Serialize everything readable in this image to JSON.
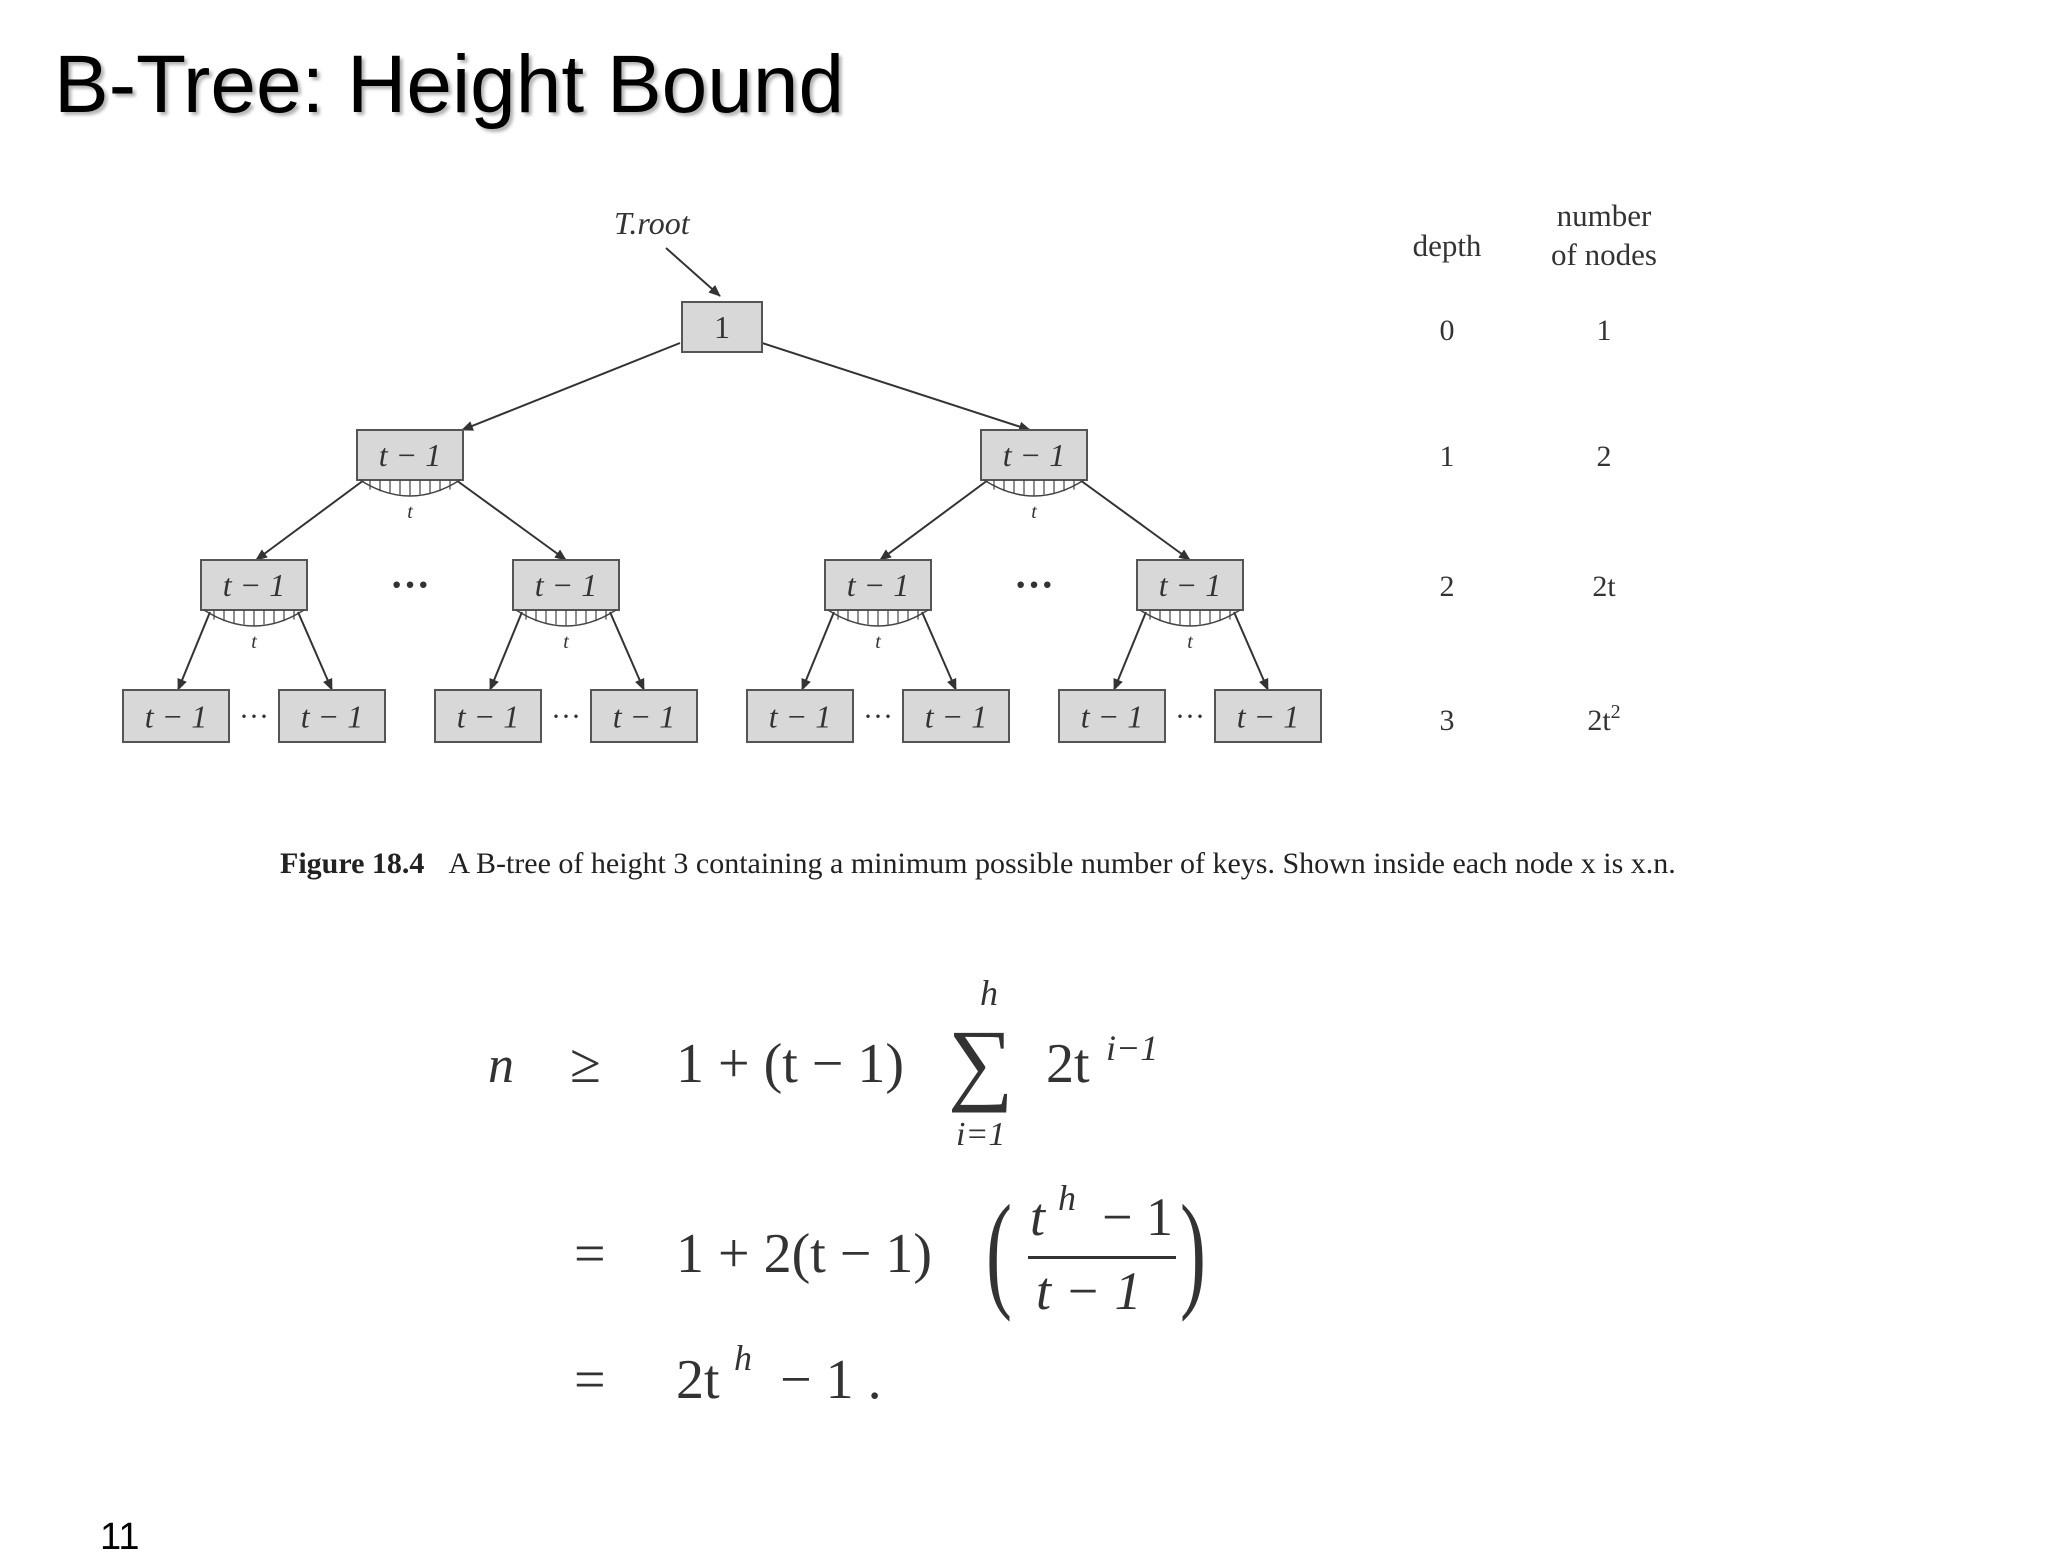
{
  "slide": {
    "title": "B-Tree: Height Bound",
    "page_number": "11"
  },
  "figure": {
    "root_pointer_label": "T.root",
    "root_key_count": "1",
    "internal_key_count": "t − 1",
    "leaf_key_count": "t − 1",
    "children_count_label": "t",
    "ellipsis": "···",
    "table": {
      "depth_header": "depth",
      "count_header_line1": "number",
      "count_header_line2": "of nodes",
      "rows": [
        {
          "depth": "0",
          "count": "1"
        },
        {
          "depth": "1",
          "count": "2"
        },
        {
          "depth": "2",
          "count": "2t"
        },
        {
          "depth": "3",
          "count": "2t",
          "count_exp": "2"
        }
      ]
    },
    "node_fill_color": "#d8d8d8",
    "caption": {
      "label": "Figure 18.4",
      "text": "A B-tree of height 3 containing a minimum possible number of keys.  Shown inside each node x is x.n."
    }
  },
  "equation": {
    "line1": {
      "lhs": "n",
      "rel": "≥",
      "expr": "1 + (t − 1)",
      "sum_upper": "h",
      "sum_lower": "i=1",
      "term_base": "2t",
      "term_exp": "i−1"
    },
    "line2": {
      "rel": "=",
      "expr": "1 + 2(t − 1)",
      "num_base": "t",
      "num_exp": "h",
      "num_tail": "− 1",
      "den": "t − 1"
    },
    "line3": {
      "rel": "=",
      "base": "2t",
      "exp": "h",
      "tail": "− 1 ."
    }
  }
}
